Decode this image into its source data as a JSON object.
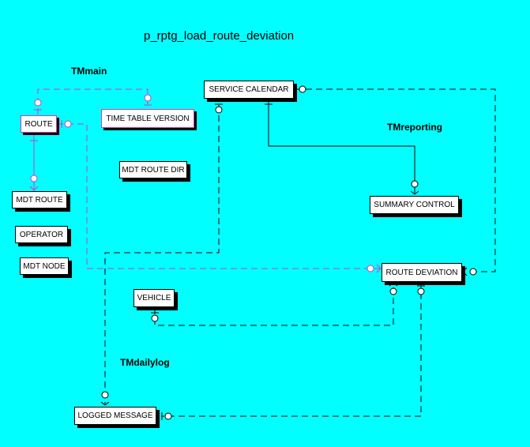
{
  "diagram": {
    "title": "p_rptg_load_route_deviation",
    "subject_areas": {
      "main": "TMmain",
      "reporting": "TMreporting",
      "dailylog": "TMdailylog"
    },
    "entities": {
      "route": "ROUTE",
      "time_table_version": "TIME TABLE VERSION",
      "mdt_route_dir": "MDT ROUTE DIR",
      "mdt_route": "MDT ROUTE",
      "operator": "OPERATOR",
      "mdt_node": "MDT NODE",
      "service_calendar": "SERVICE CALENDAR",
      "summary_control": "SUMMARY CONTROL",
      "route_deviation": "ROUTE DEVIATION",
      "vehicle": "VEHICLE",
      "logged_message": "LOGGED MESSAGE"
    },
    "colors": {
      "background": "#00FFFF",
      "local_relationship": "#C83CC8",
      "foreign_relationship": "#000000",
      "entity_fill": "#FFFFFF"
    }
  }
}
